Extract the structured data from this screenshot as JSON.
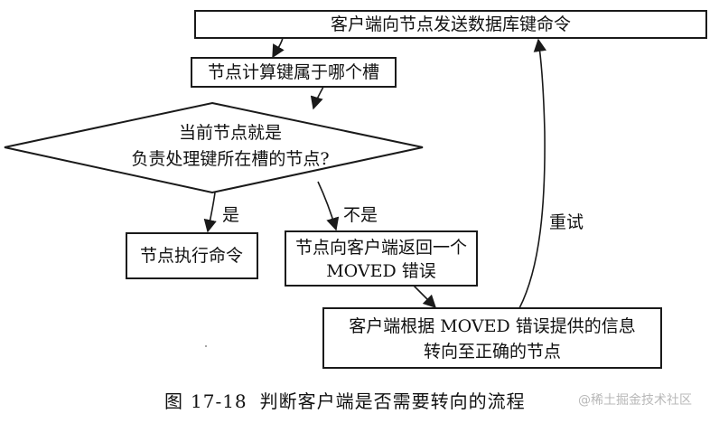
{
  "nodes": {
    "send_command": "客户端向节点发送数据库键命令",
    "compute_slot": "节点计算键属于哪个槽",
    "decision_line1": "当前节点就是",
    "decision_line2": "负责处理键所在槽的节点?",
    "execute_command": "节点执行命令",
    "return_moved_line1": "节点向客户端返回一个",
    "return_moved_line2": "MOVED  错误",
    "redirect_line1": "客户端根据  MOVED  错误提供的信息",
    "redirect_line2": "转向至正确的节点"
  },
  "edges": {
    "yes_label": "是",
    "no_label": "不是",
    "retry_label": "重试"
  },
  "caption": {
    "figure": "图",
    "number": "17-18",
    "title": "判断客户端是否需要转向的流程"
  },
  "watermark": "@稀土掘金技术社区"
}
